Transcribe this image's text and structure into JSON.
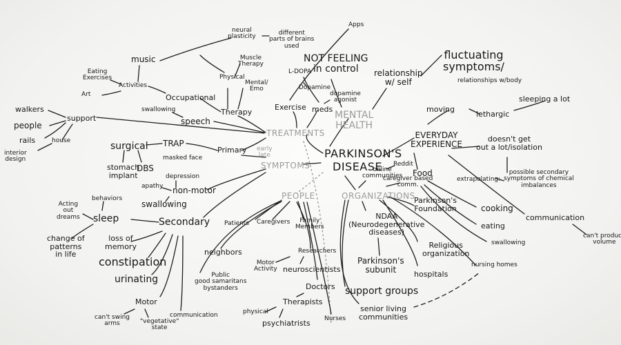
{
  "center": {
    "title_line1": "PARKINSON'S",
    "title_line2": "DISEASE"
  },
  "hubs": {
    "treatments": "TREATMENTS",
    "symptoms": "SYMPTOMS",
    "people": "PEOPLE",
    "organizations": "ORGANIZATIONS",
    "mental_health": "MENTAL\nHEALTH",
    "everyday_experience": "EVERYDAY\nEXPERIENCE",
    "early_late": "early\nlate"
  },
  "treatments_branch": {
    "music": "music",
    "neural_plasticity": "neural\nplasticity",
    "different_parts": "different\nparts of brains\nused",
    "muscle_therapy": "Muscle\nTherapy",
    "physical": "Physical",
    "mental_emo": "Mental/\nEmo",
    "eating_exercises": "Eating\nExercises",
    "activities": "Activities",
    "art": "Art",
    "occupational": "Occupational",
    "swallowing": "swallowing",
    "speech": "speech",
    "therapy": "Therapy",
    "walkers": "walkers",
    "people": "people",
    "rails": "rails",
    "support": "support",
    "house": "house",
    "interior_design": "interior\ndesign",
    "surgical": "surgical",
    "stomach_implant": "stomach\nimplant",
    "dbs": "DBS",
    "trap": "TRAP",
    "masked_face": "masked face",
    "primary": "Primary",
    "l_dopa": "L-DOPA",
    "dopamine": "Dopamine",
    "dopamine_agonist": "dopamine\nagonist",
    "meds": "meds",
    "exercise": "Exercise",
    "apps": "Apps"
  },
  "mental_branch": {
    "not_feeling_in_control": "NOT FEELING\nin control",
    "relationship_w_self": "relationship\nw/ self",
    "fluctuating_symptoms": "fluctuating\nsymptoms/",
    "relationships_w_body": "relationships w/body"
  },
  "everyday_branch": {
    "moving": "moving",
    "lethargic": "lethargic",
    "sleeping_a_lot": "sleeping a lot",
    "doesnt_get_out": "doesn't get\nout a lot/isolation",
    "extrapolating": "extrapolating:",
    "possible_secondary": "possible secondary\nsymptoms of chemical\nimbalances",
    "food": "Food",
    "cooking": "cooking",
    "eating": "eating",
    "swallowing": "swallowing",
    "communication": "communication",
    "cant_produce_volume": "can't produce\nvolume"
  },
  "symptoms_branch": {
    "depression": "depression",
    "apathy": "apathy",
    "non_motor": "non-motor",
    "swallowing": "swallowing",
    "behaviors": "behaviors",
    "acting_out_dreams": "Acting\nout\ndreams",
    "sleep": "sleep",
    "change_of_patterns": "change of\npatterns\nin life",
    "secondary": "Secondary",
    "loss_of_memory": "loss of\nmemory",
    "constipation": "constipation",
    "urinating": "urinating",
    "motor": "Motor",
    "cant_swing_arms": "can't swing\narms",
    "vegetative_state": "\"vegetative\"\nstate",
    "communication": "communication"
  },
  "people_branch": {
    "patients": "Patients",
    "caregivers": "Caregivers",
    "family_members": "Family\nMembers",
    "neighbors": "neighbors",
    "public": "Public\ngood samaritans\nbystanders",
    "researchers": "Researchers",
    "motor_activity": "Motor\nActivity",
    "neuroscientists": "neuroscientists",
    "doctors": "Doctors",
    "therapists": "Therapists",
    "physical": "physical",
    "psychiatrists": "psychiatrists",
    "nurses": "Nurses"
  },
  "organizations_branch": {
    "online_communities": "online\ncommunities",
    "reddit": "Reddit",
    "caregiver_based_comm": "caregiver based\ncomm.",
    "parkinsons_foundation": "Parkinson's\nFoundation",
    "ndaa": "NDAA\n(Neurodegenerative\ndiseases)",
    "religious_organization": "Religious\norganization",
    "parkinsons_subunit": "Parkinson's\nsubunit",
    "hospitals": "hospitals",
    "nursing_homes": "nursing homes",
    "support_groups": "support groups",
    "senior_living": "senior living\ncommunities"
  }
}
